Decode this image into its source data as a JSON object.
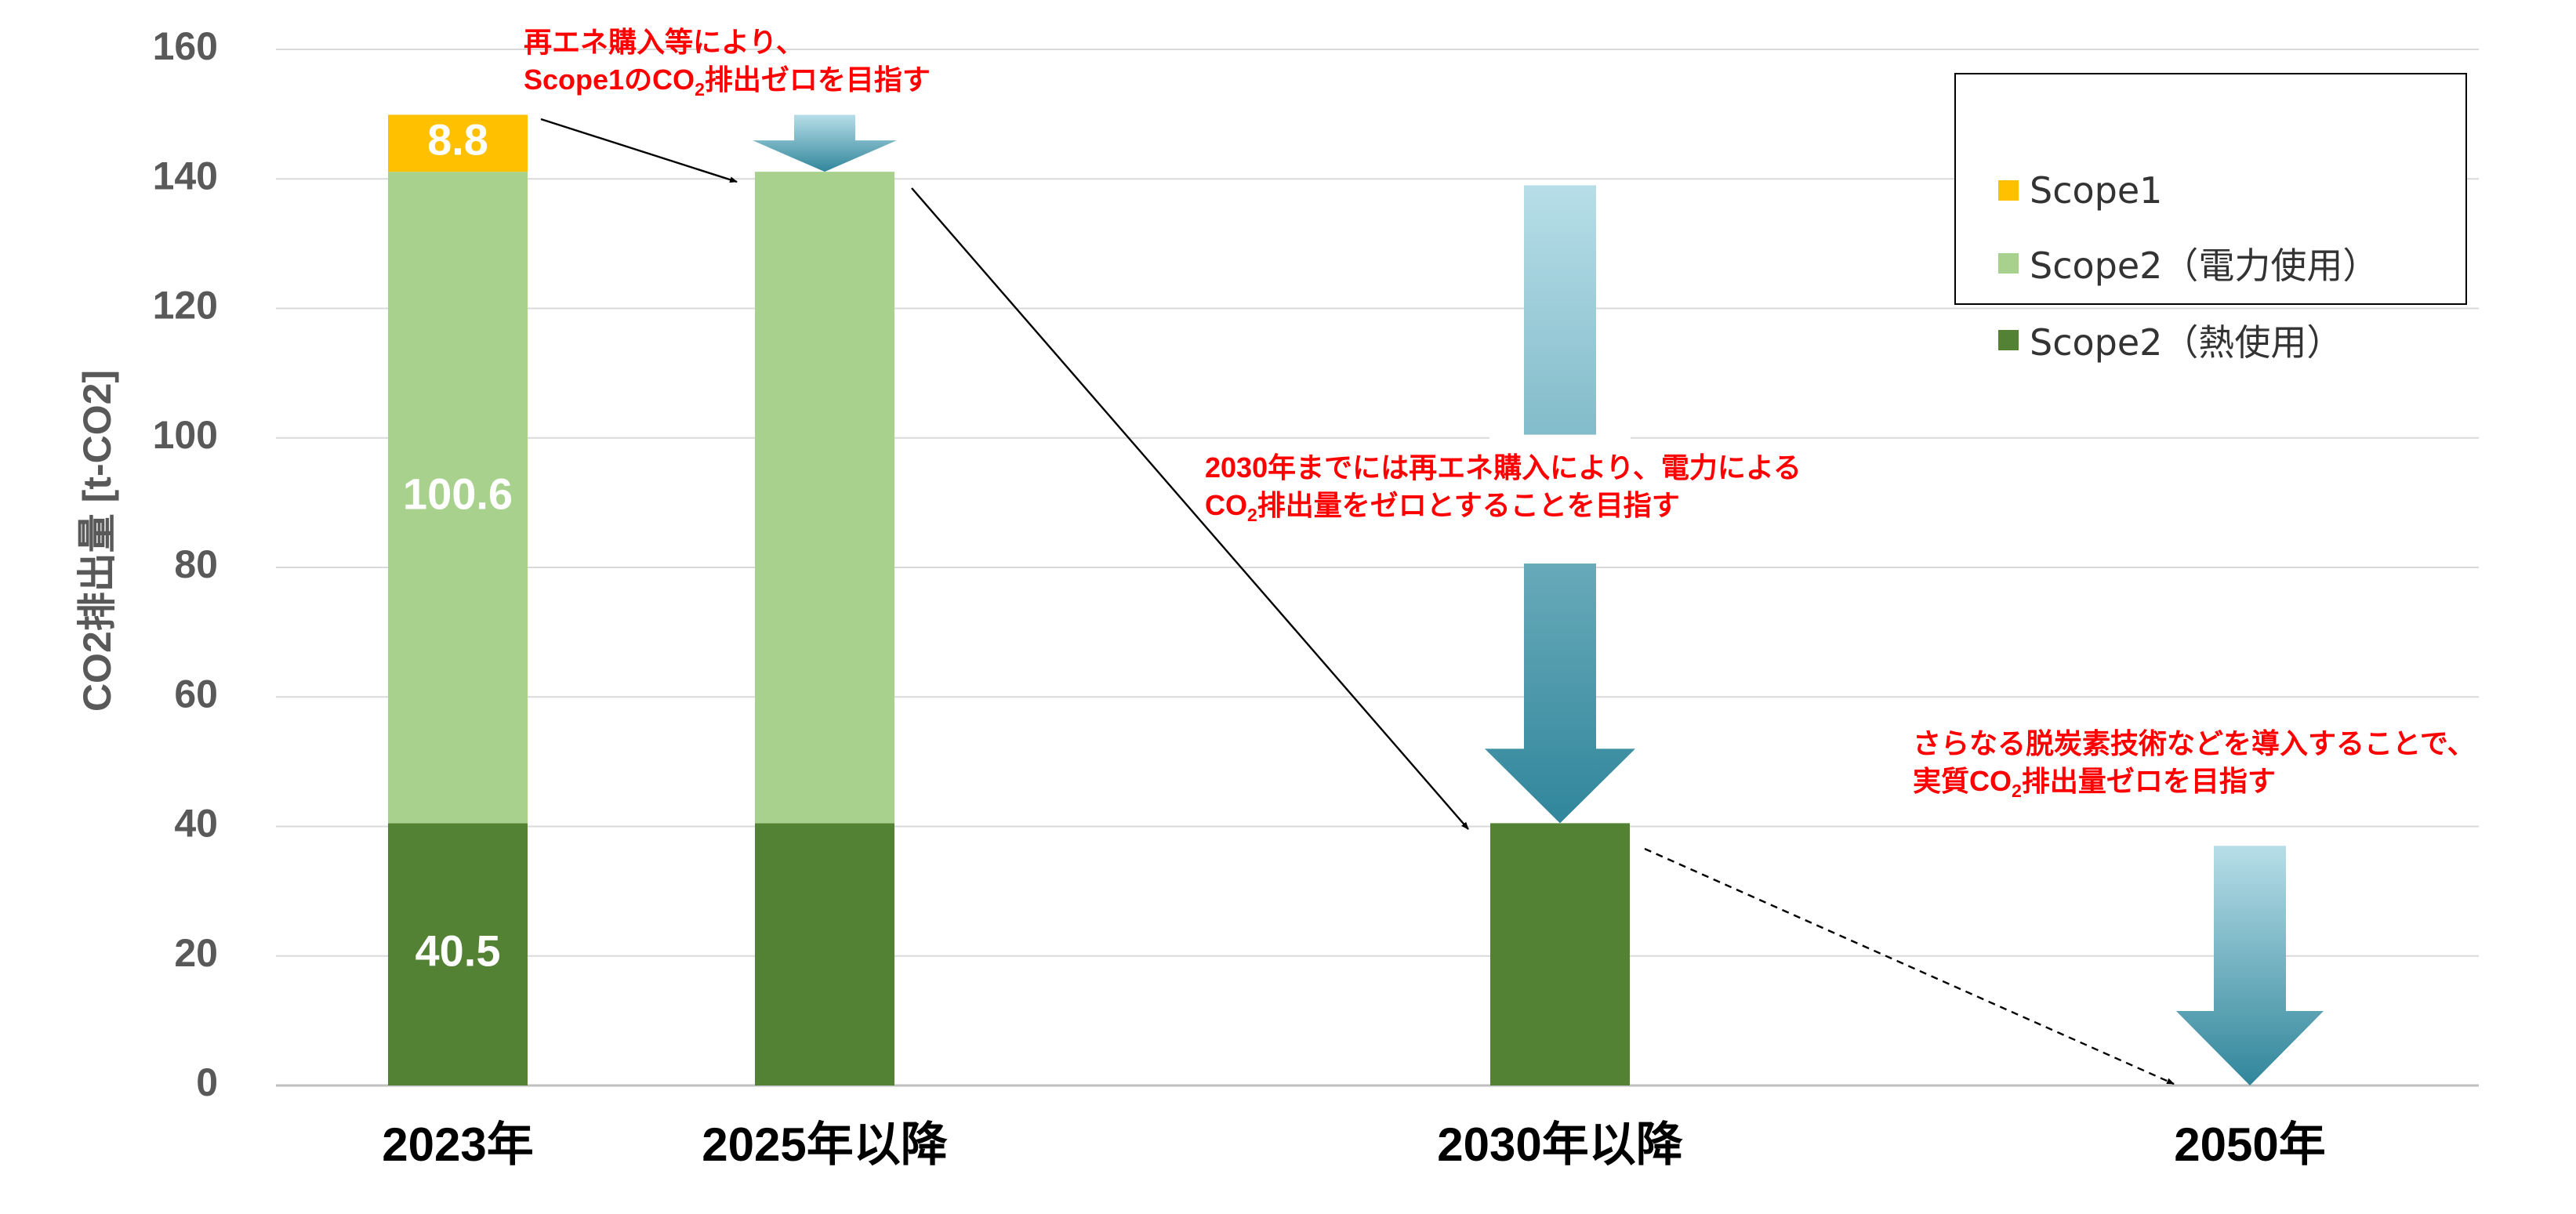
{
  "chart_data": {
    "type": "bar",
    "stacked": true,
    "categories": [
      "2023年",
      "2025年以降",
      "2030年以降",
      "2050年"
    ],
    "series": [
      {
        "name": "Scope2（熱使用）",
        "color": "#548235",
        "values": [
          40.5,
          40.5,
          40.5,
          0
        ]
      },
      {
        "name": "Scope2（電力使用）",
        "color": "#a9d18e",
        "values": [
          100.6,
          100.6,
          0,
          0
        ]
      },
      {
        "name": "Scope1",
        "color": "#ffc000",
        "values": [
          8.8,
          0,
          0,
          0
        ]
      }
    ],
    "data_labels": [
      {
        "category": "2023年",
        "series": "Scope2（熱使用）",
        "text": "40.5"
      },
      {
        "category": "2023年",
        "series": "Scope2（電力使用）",
        "text": "100.6"
      },
      {
        "category": "2023年",
        "series": "Scope1",
        "text": "8.8"
      }
    ],
    "ylabel": "CO2排出量 [t-CO2]",
    "ylim": [
      0,
      160
    ],
    "yticks": [
      0,
      20,
      40,
      60,
      80,
      100,
      120,
      140,
      160
    ],
    "grid": true,
    "legend_position": "top-right",
    "reduction_arrows": [
      {
        "category": "2025年以降",
        "from": 149.9,
        "to": 141.1
      },
      {
        "category": "2030年以降",
        "from": 139,
        "to": 40.5
      },
      {
        "category": "2050年",
        "from": 37,
        "to": 0
      }
    ]
  },
  "annotations": {
    "a1": {
      "line1": "再エネ購入等により、",
      "line2_pre": "Scope1のCO",
      "line2_sub": "2",
      "line2_post": "排出ゼロを目指す"
    },
    "a2": {
      "line1": "2030年までには再エネ購入により、電力による",
      "line2_pre": "CO",
      "line2_sub": "2",
      "line2_post": "排出量をゼロとすることを目指す"
    },
    "a3": {
      "line1": "さらなる脱炭素技術などを導入することで、",
      "line2_pre": "実質CO",
      "line2_sub": "2",
      "line2_post": "排出量ゼロを目指す"
    }
  },
  "colors": {
    "annotation": "#ff0000",
    "arrow_dark": "#31869b",
    "arrow_light": "#b7dee8",
    "axis_text": "#595959",
    "gridline": "#d9d9d9"
  }
}
